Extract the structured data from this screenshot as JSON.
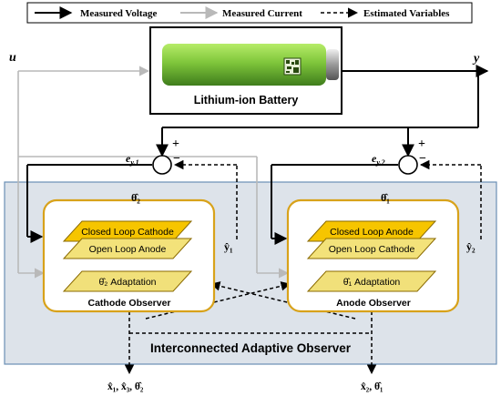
{
  "legend": {
    "voltage": "Measured Voltage",
    "current": "Measured Current",
    "estimated": "Estimated Variables"
  },
  "battery": {
    "label": "Lithium-ion Battery"
  },
  "signals": {
    "u": "u",
    "y": "y",
    "ey1_main": "e",
    "ey1_sub": "y,1",
    "ey2_main": "e",
    "ey2_sub": "y,2",
    "plus": "+",
    "minus": "−",
    "theta2_top": "θ̂₂",
    "theta1_top": "θ̂₁",
    "y1hat": "ŷ₁",
    "y2hat": "ŷ₂",
    "out_left": "x̂₁, x̂₃, θ̂₂",
    "out_right": "x̂₂, θ̂₁"
  },
  "cathode": {
    "layer_top": "Closed Loop Cathode",
    "layer_mid": "Open Loop Anode",
    "adaptation": "θ̂₂ Adaptation",
    "title": "Cathode Observer"
  },
  "anode": {
    "layer_top": "Closed Loop Anode",
    "layer_mid": "Open Loop Cathode",
    "adaptation": "θ̂₁ Adaptation",
    "title": "Anode Observer"
  },
  "panel": {
    "title": "Interconnected Adaptive Observer"
  },
  "colors": {
    "panel_bg": "#dde3ea",
    "panel_border": "#6a8fb5",
    "layer_top": "#f6c500",
    "layer_mid": "#f3e27a",
    "adapt": "#f1e07a",
    "observer_border": "#d8a21a",
    "battery_green": "#7fc63b"
  }
}
